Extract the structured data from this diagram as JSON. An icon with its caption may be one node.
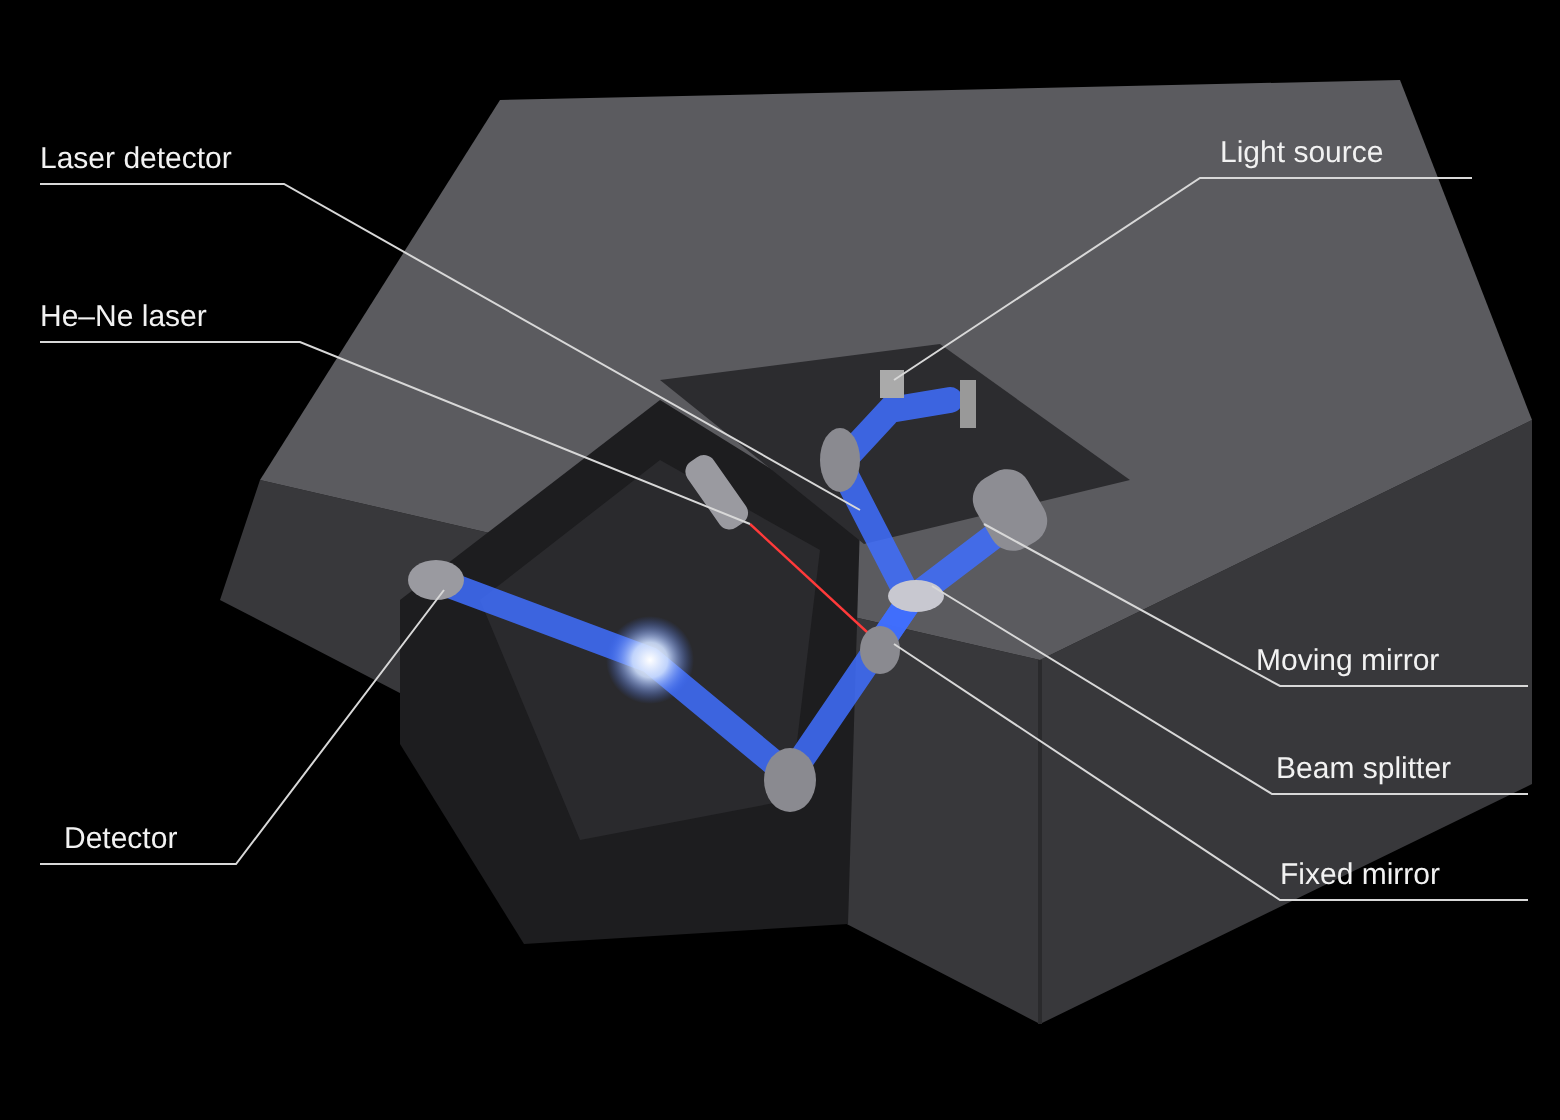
{
  "diagram": {
    "nodes": [
      {
        "text": [
          "Laser detector"
        ]
      },
      {
        "text": [
          "Light source"
        ]
      },
      {
        "text": [
          "He–Ne laser"
        ]
      },
      {
        "text": [
          "Moving mirror"
        ]
      },
      {
        "text": [
          "Beam splitter"
        ]
      },
      {
        "text": [
          "Detector"
        ]
      },
      {
        "text": [
          "Fixed mirror"
        ]
      }
    ],
    "edges": [
      {
        "from": 0,
        "to": null,
        "arrow": "none"
      },
      {
        "from": 1,
        "to": null,
        "arrow": "none"
      },
      {
        "from": 2,
        "to": null,
        "arrow": "none"
      },
      {
        "from": 3,
        "to": null,
        "arrow": "none"
      },
      {
        "from": 4,
        "to": null,
        "arrow": "none"
      },
      {
        "from": 5,
        "to": null,
        "arrow": "none"
      },
      {
        "from": 6,
        "to": null,
        "arrow": "none"
      }
    ]
  }
}
